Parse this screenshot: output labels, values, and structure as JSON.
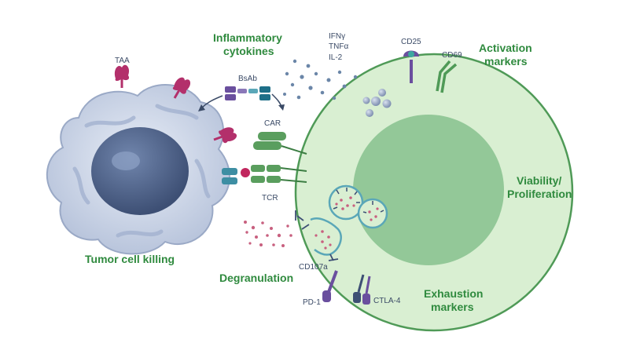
{
  "labels": {
    "taa": "TAA",
    "bsab": "BsAb",
    "inflammatory_line1": "Inflammatory",
    "inflammatory_line2": "cytokines",
    "ifng": "IFNγ",
    "tnfa": "TNFα",
    "il2": "IL-2",
    "cd25": "CD25",
    "cd69": "CD69",
    "activation_line1": "Activation",
    "activation_line2": "markers",
    "car": "CAR",
    "tcr": "TCR",
    "viability_line1": "Viability/",
    "viability_line2": "Proliferation",
    "tumor_killing": "Tumor cell killing",
    "degranulation": "Degranulation",
    "cd107a": "CD107a",
    "pd1": "PD-1",
    "ctla4": "CTLA-4",
    "exhaustion_line1": "Exhaustion",
    "exhaustion_line2": "markers"
  },
  "colors": {
    "label_green": "#2f8a3e",
    "label_dark": "#3a4a66",
    "tcell_fill": "#d9efd2",
    "tcell_nucleus": "#8fc393",
    "tumor_membrane": "#c8d2e4",
    "tumor_nucleus": "#4a5d82",
    "antigen": "#b3306b",
    "receptor_green": "#5a9e5e",
    "receptor_teal": "#3d8ea3",
    "receptor_purple": "#6a4f9e"
  }
}
